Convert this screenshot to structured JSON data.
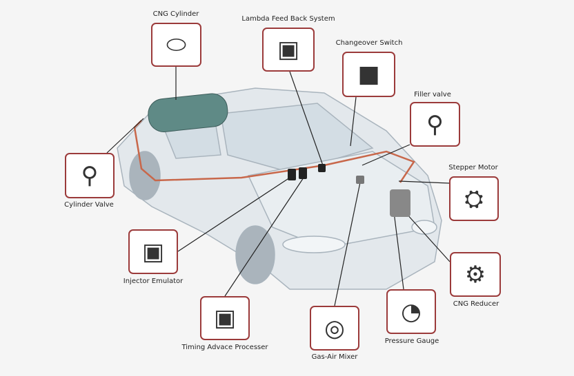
{
  "components": [
    {
      "id": "cng-cylinder",
      "label": "CNG Cylinder",
      "icon": "gas-cylinder-icon"
    },
    {
      "id": "lambda",
      "label": "Lambda Feed Back System",
      "icon": "control-unit-icon"
    },
    {
      "id": "changeover",
      "label": "Changeover Switch",
      "icon": "switch-icon"
    },
    {
      "id": "filler",
      "label": "Filler valve",
      "icon": "valve-icon"
    },
    {
      "id": "stepper",
      "label": "Stepper Motor",
      "icon": "motor-icon"
    },
    {
      "id": "cyl-valve",
      "label": "Cylinder Valve",
      "icon": "valve-icon"
    },
    {
      "id": "injector",
      "label": "Injector Emulator",
      "icon": "control-unit-icon"
    },
    {
      "id": "reducer",
      "label": "CNG Reducer",
      "icon": "reducer-icon"
    },
    {
      "id": "timing",
      "label": "Timing Advace Processer",
      "icon": "control-unit-icon"
    },
    {
      "id": "gauge",
      "label": "Pressure Gauge",
      "icon": "gauge-icon"
    },
    {
      "id": "mixer",
      "label": "Gas-Air Mixer",
      "icon": "mixer-icon"
    }
  ],
  "colors": {
    "box_border": "#9b3a3a",
    "gas_line": "#c8674a",
    "leader": "#222222",
    "car": "#b8c3cc"
  }
}
